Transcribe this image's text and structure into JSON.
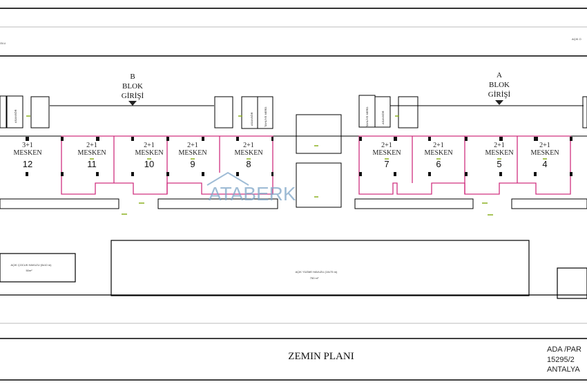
{
  "header": {
    "left_fragment": "OLU",
    "right_fragment": "AÇIK O"
  },
  "blocks": [
    {
      "letter": "B",
      "line1": "BLOK",
      "line2": "GİRİŞİ"
    },
    {
      "letter": "A",
      "line1": "BLOK",
      "line2": "GİRİŞİ"
    }
  ],
  "service": {
    "stair": "TAHLİYE MERD.",
    "elevator": "ASANSÖR"
  },
  "units": [
    {
      "type": "3+1",
      "name": "MESKEN",
      "number": "12"
    },
    {
      "type": "2+1",
      "name": "MESKEN",
      "number": "11"
    },
    {
      "type": "2+1",
      "name": "MESKEN",
      "number": "10"
    },
    {
      "type": "2+1",
      "name": "MESKEN",
      "number": "9"
    },
    {
      "type": "2+1",
      "name": "MESKEN",
      "number": "8"
    },
    {
      "type": "2+1",
      "name": "MESKEN",
      "number": "7"
    },
    {
      "type": "2+1",
      "name": "MESKEN",
      "number": "6"
    },
    {
      "type": "2+1",
      "name": "MESKEN",
      "number": "5"
    },
    {
      "type": "2+1",
      "name": "MESKEN",
      "number": "4"
    }
  ],
  "pools": {
    "child": {
      "label": "AÇIK ÇOCUK HAVUZU (5x10 m)",
      "area": "50m²"
    },
    "main": {
      "label": "AÇIK YÜZME HAVUZU (10x75 m)",
      "area": "750 m²"
    }
  },
  "watermark": "ATABERK",
  "title_block": {
    "title": "ZEMIN PLANI",
    "ada_parsel": "ADA /PAR",
    "parcel_no": "15295/2",
    "city": "ANTALYA"
  },
  "colors": {
    "unit_outline": "#d0307f",
    "lines": "#000000",
    "arrow": "#8ab020",
    "watermark": "#7fa6c8"
  }
}
